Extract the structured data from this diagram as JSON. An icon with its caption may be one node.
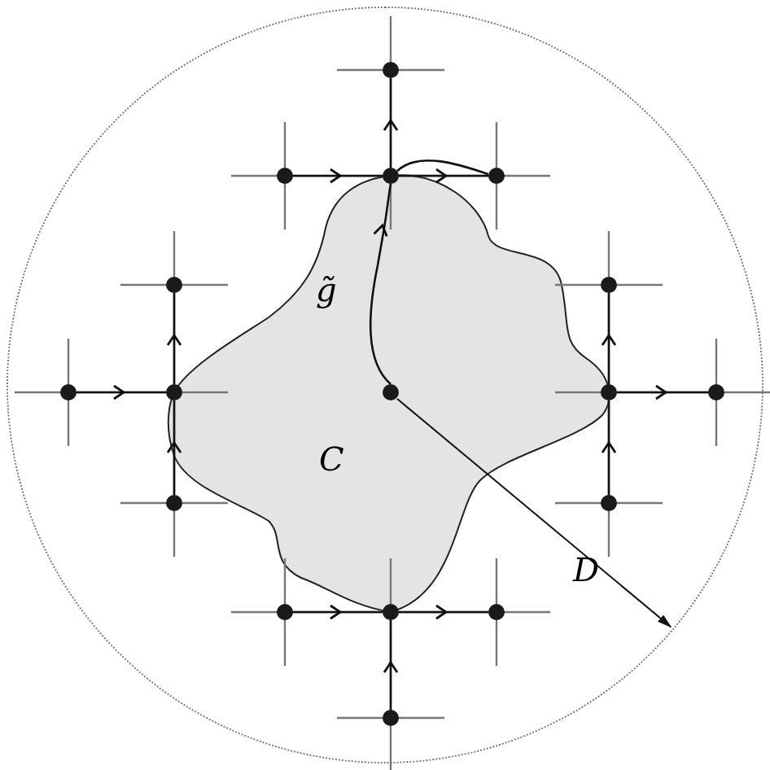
{
  "diagram": {
    "nodes": [
      {
        "text": [
          "D"
        ]
      },
      {
        "text": [
          "C"
        ],
        "in": 0
      },
      {
        "text": [],
        "shape": "circle",
        "in": 0
      },
      {
        "text": [],
        "shape": "circle",
        "in": 0
      },
      {
        "text": [],
        "shape": "circle",
        "in": 0
      },
      {
        "text": [],
        "shape": "circle",
        "in": 0
      },
      {
        "text": [],
        "shape": "circle",
        "in": 0
      },
      {
        "text": [],
        "shape": "circle",
        "in": 0
      },
      {
        "text": [],
        "shape": "circle",
        "in": 0
      },
      {
        "text": [],
        "shape": "circle",
        "in": 0
      },
      {
        "text": [],
        "shape": "circle",
        "in": 1
      },
      {
        "text": [],
        "shape": "circle",
        "in": 0
      },
      {
        "text": [],
        "shape": "circle",
        "in": 0
      },
      {
        "text": [],
        "shape": "circle",
        "in": 0
      },
      {
        "text": [],
        "shape": "circle",
        "in": 0
      },
      {
        "text": [],
        "shape": "circle",
        "in": 0
      },
      {
        "text": [],
        "shape": "circle",
        "in": 0
      },
      {
        "text": [],
        "shape": "circle",
        "in": 0
      },
      {
        "text": [],
        "shape": "circle",
        "in": 0
      }
    ],
    "edges": [
      {
        "from": 4,
        "to": 2,
        "arrow": "to"
      },
      {
        "from": 3,
        "to": 4,
        "arrow": "to"
      },
      {
        "from": 4,
        "to": 5,
        "arrow": "to"
      },
      {
        "from": 10,
        "to": 4,
        "arrow": "to",
        "label": "g̃"
      },
      {
        "from": 4,
        "to": 5,
        "arrow": "none"
      },
      {
        "from": 9,
        "to": 6,
        "arrow": "to"
      },
      {
        "from": 8,
        "to": 9,
        "arrow": "to"
      },
      {
        "from": 13,
        "to": 9,
        "arrow": "to"
      },
      {
        "from": 11,
        "to": 7,
        "arrow": "to"
      },
      {
        "from": 14,
        "to": 11,
        "arrow": "to"
      },
      {
        "from": 11,
        "to": 12,
        "arrow": "to"
      },
      {
        "from": 15,
        "to": 16,
        "arrow": "to"
      },
      {
        "from": 16,
        "to": 17,
        "arrow": "to"
      },
      {
        "from": 18,
        "to": 16,
        "arrow": "to"
      }
    ]
  }
}
